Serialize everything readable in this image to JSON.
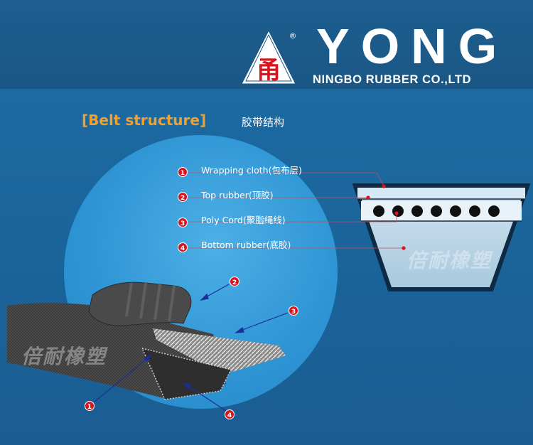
{
  "brand": {
    "name": "YONG",
    "company": "NINGBO RUBBER CO.,LTD",
    "logo_char": "甬",
    "registered_mark": "®"
  },
  "section": {
    "title": "[Belt structure]",
    "title_cn": "胶带结构"
  },
  "parts": [
    {
      "num": "1",
      "label": "Wrapping cloth(包布层)"
    },
    {
      "num": "2",
      "label": "Top rubber(顶胶)"
    },
    {
      "num": "3",
      "label": "Poly Cord(聚脂绳线)"
    },
    {
      "num": "4",
      "label": "Bottom rubber(底胶)"
    }
  ],
  "diagram_markers": [
    "2",
    "3",
    "1",
    "4"
  ],
  "watermark": "倍耐橡塑",
  "colors": {
    "accent_orange": "#f0a030",
    "marker_red": "#d8141c",
    "background_blue": "#1b6aa2"
  }
}
